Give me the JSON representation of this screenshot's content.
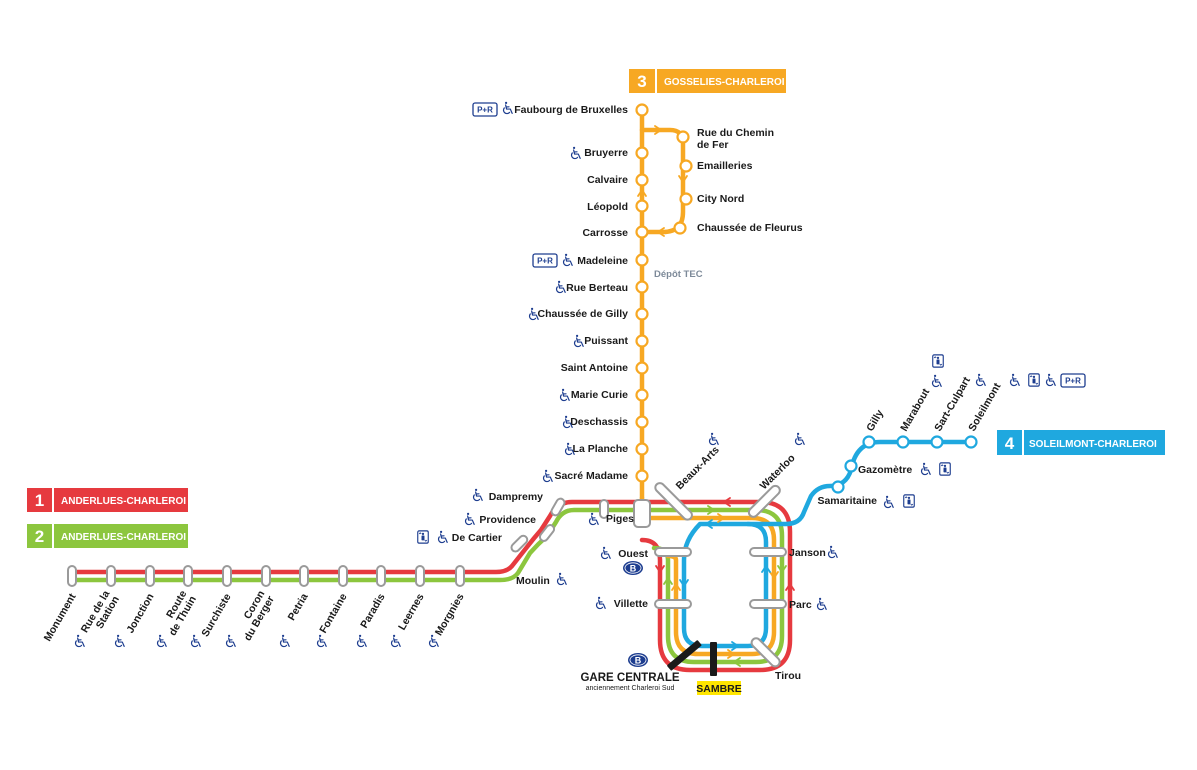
{
  "colors": {
    "line1": "#e63a3f",
    "line2": "#8cc63e",
    "line3": "#f7a823",
    "line4": "#1fa8df",
    "pill_stroke": "#9a9a9a",
    "pr_blue": "#1d3d8f",
    "highlight": "#ffe600",
    "text": "#1a1a1a"
  },
  "lines": [
    {
      "number": "1",
      "name": "ANDERLUES-CHARLEROI"
    },
    {
      "number": "2",
      "name": "ANDERLUES-CHARLEROI"
    },
    {
      "number": "3",
      "name": "GOSSELIES-CHARLEROI"
    },
    {
      "number": "4",
      "name": "SOLEILMONT-CHARLEROI"
    }
  ],
  "park_ride": "P+R",
  "rail_badge": "B",
  "depot": "Dépôt TEC",
  "west_stations": [
    "Monument",
    "Rue de la\nStation",
    "Jonction",
    "Route\nde Thuin",
    "Surchiste",
    "Coron\ndu Berger",
    "Petria",
    "Fontaine",
    "Paradis",
    "Leernes",
    "Morgnies"
  ],
  "junction_stations": [
    "Moulin",
    "De Cartier",
    "Providence",
    "Dampremy"
  ],
  "line3_stations": [
    "Faubourg de Bruxelles",
    "Bruyerre",
    "Calvaire",
    "Léopold",
    "Carrosse",
    "Madeleine",
    "Rue Berteau",
    "Chaussée de Gilly",
    "Puissant",
    "Saint Antoine",
    "Marie Curie",
    "Deschassis",
    "La Planche",
    "Sacré Madame"
  ],
  "line3_loop_stations": [
    "Rue du Chemin\nde Fer",
    "Emailleries",
    "City Nord",
    "Chaussée de Fleurus"
  ],
  "metro_stations": [
    "Piges",
    "Beaux-Arts",
    "Waterloo",
    "Ouest",
    "Villette",
    "Janson",
    "Parc",
    "Tirou"
  ],
  "gare_centrale": {
    "name": "GARE CENTRALE",
    "subtitle": "anciennement Charleroi Sud"
  },
  "sambre": "SAMBRE",
  "line4_stations": [
    "Samaritaine",
    "Gazomètre",
    "Gilly",
    "Marabout",
    "Sart-Culpart",
    "Soleilmont"
  ],
  "icons": {
    "wheelchair": "wheelchair-access-icon",
    "elevator": "elevator-icon",
    "park_ride": "park-and-ride-icon",
    "rail": "sncb-rail-icon"
  }
}
